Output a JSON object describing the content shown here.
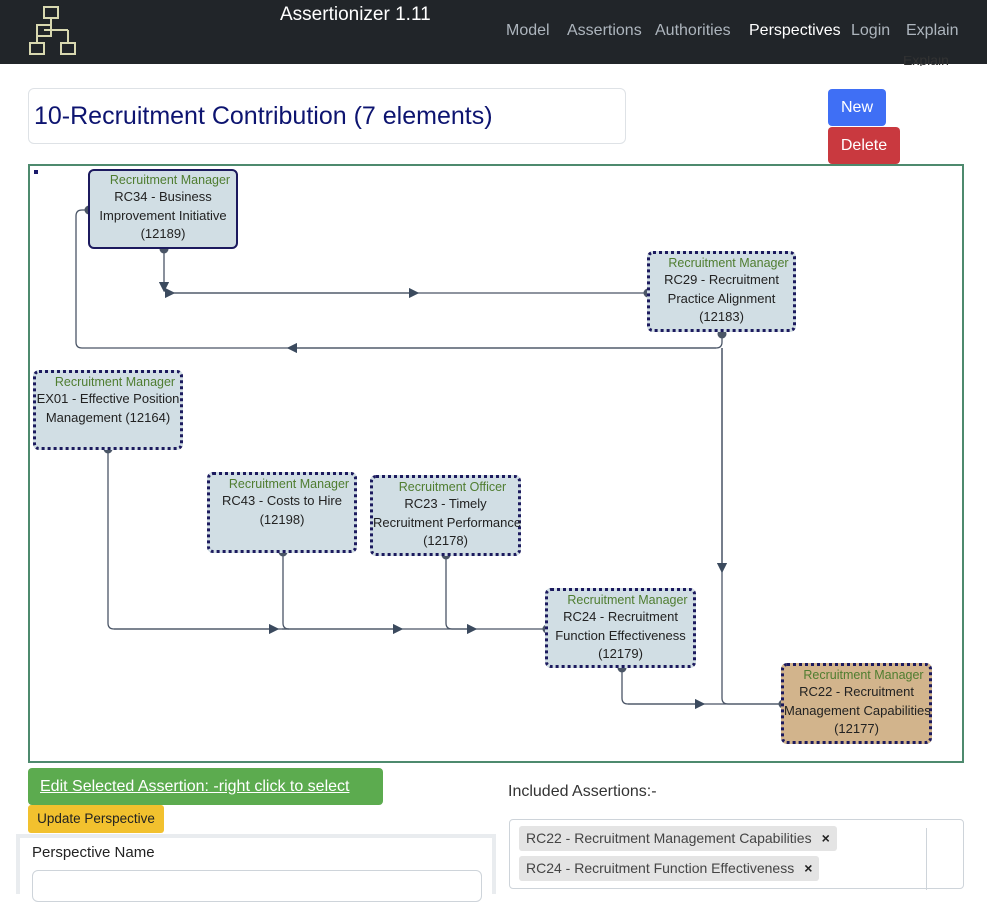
{
  "app": {
    "title": "Assertionizer 1.11"
  },
  "nav": {
    "model": "Model",
    "assertions": "Assertions",
    "authorities": "Authorities",
    "perspectives": "Perspectives",
    "login": "Login",
    "explain": "Explain",
    "stray_explain": "Explain"
  },
  "page": {
    "title": "10-Recruitment Contribution (7 elements)"
  },
  "buttons": {
    "new": "New",
    "delete": "Delete",
    "edit_selected": "Edit Selected Assertion:      -right click to select",
    "update": "Update Perspective"
  },
  "nodes": [
    {
      "role": "Recruitment Manager",
      "l1": "RC34 - Business",
      "l2": "Improvement Initiative",
      "id": "(12189)"
    },
    {
      "role": "Recruitment Manager",
      "l1": "RC29 - Recruitment",
      "l2": "Practice Alignment",
      "id": "(12183)"
    },
    {
      "role": "Recruitment Manager",
      "l1": "EX01 - Effective Position",
      "l2": "Management (12164)"
    },
    {
      "role": "Recruitment Manager",
      "l1": "RC43 - Costs to Hire",
      "l2": "(12198)"
    },
    {
      "role": "Recruitment Officer",
      "l1": "RC23 - Timely",
      "l2": "Recruitment Performance",
      "id": "(12178)"
    },
    {
      "role": "Recruitment Manager",
      "l1": "RC24 - Recruitment",
      "l2": "Function Effectiveness",
      "id": "(12179)"
    },
    {
      "role": "Recruitment Manager",
      "l1": "RC22 - Recruitment",
      "l2": "Management Capabilities",
      "id": "(12177)"
    }
  ],
  "form": {
    "perspective_name_label": "Perspective Name",
    "perspective_name_value": ""
  },
  "included": {
    "label": "Included Assertions:-",
    "items": [
      "RC22 - Recruitment Management Capabilities",
      "RC24 - Recruitment Function Effectiveness"
    ],
    "remove_symbol": "×"
  },
  "colors": {
    "navbar": "#212529",
    "node_fill": "#d1dee4",
    "node_fill_selected": "#d2b48c",
    "node_border": "#1c1a5e",
    "role_text": "#4f7d30",
    "new_button": "#3f6ff5",
    "delete_button": "#c9393f",
    "edit_button": "#5cab4f",
    "update_button": "#f2c12e"
  }
}
